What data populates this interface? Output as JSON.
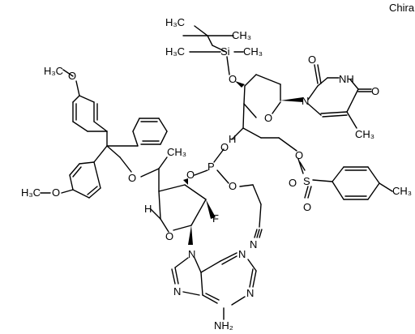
{
  "annotation": {
    "chiral": "Chiral"
  },
  "labels": {
    "tbs_me_top_left": "H₃C",
    "tbs_me_top_right": "CH₃",
    "tbs_me_left": "H₃C",
    "tbs_si": "Si",
    "tbs_me_right": "CH₃",
    "o_silyl": "O",
    "o_ring_top": "O",
    "n1_thymine": "N",
    "o_c2_thymine": "O",
    "nh_thymine": "NH",
    "o_c4_thymine": "O",
    "me_thymine": "CH₃",
    "o_dmt_top": "O",
    "me_dmt_top": "H₃C",
    "o_dmt_bottom": "O",
    "me_dmt_bottom": "H₃C",
    "o_trityl_ether": "O",
    "me_branch": "CH₃",
    "o_p_left": "O",
    "p": "P",
    "o_p_right": "O",
    "o_top_linker": "O",
    "o_tosylate": "O",
    "s": "S",
    "o_s_1": "O",
    "o_s_2": "O",
    "me_tosyl": "CH₃",
    "f": "F",
    "h_left": "H",
    "h_top": "H",
    "o_ring_bottom": "O",
    "n9": "N",
    "n7": "N",
    "n3": "N",
    "n1": "N",
    "nh2": "NH₂",
    "cn_n": "N"
  }
}
